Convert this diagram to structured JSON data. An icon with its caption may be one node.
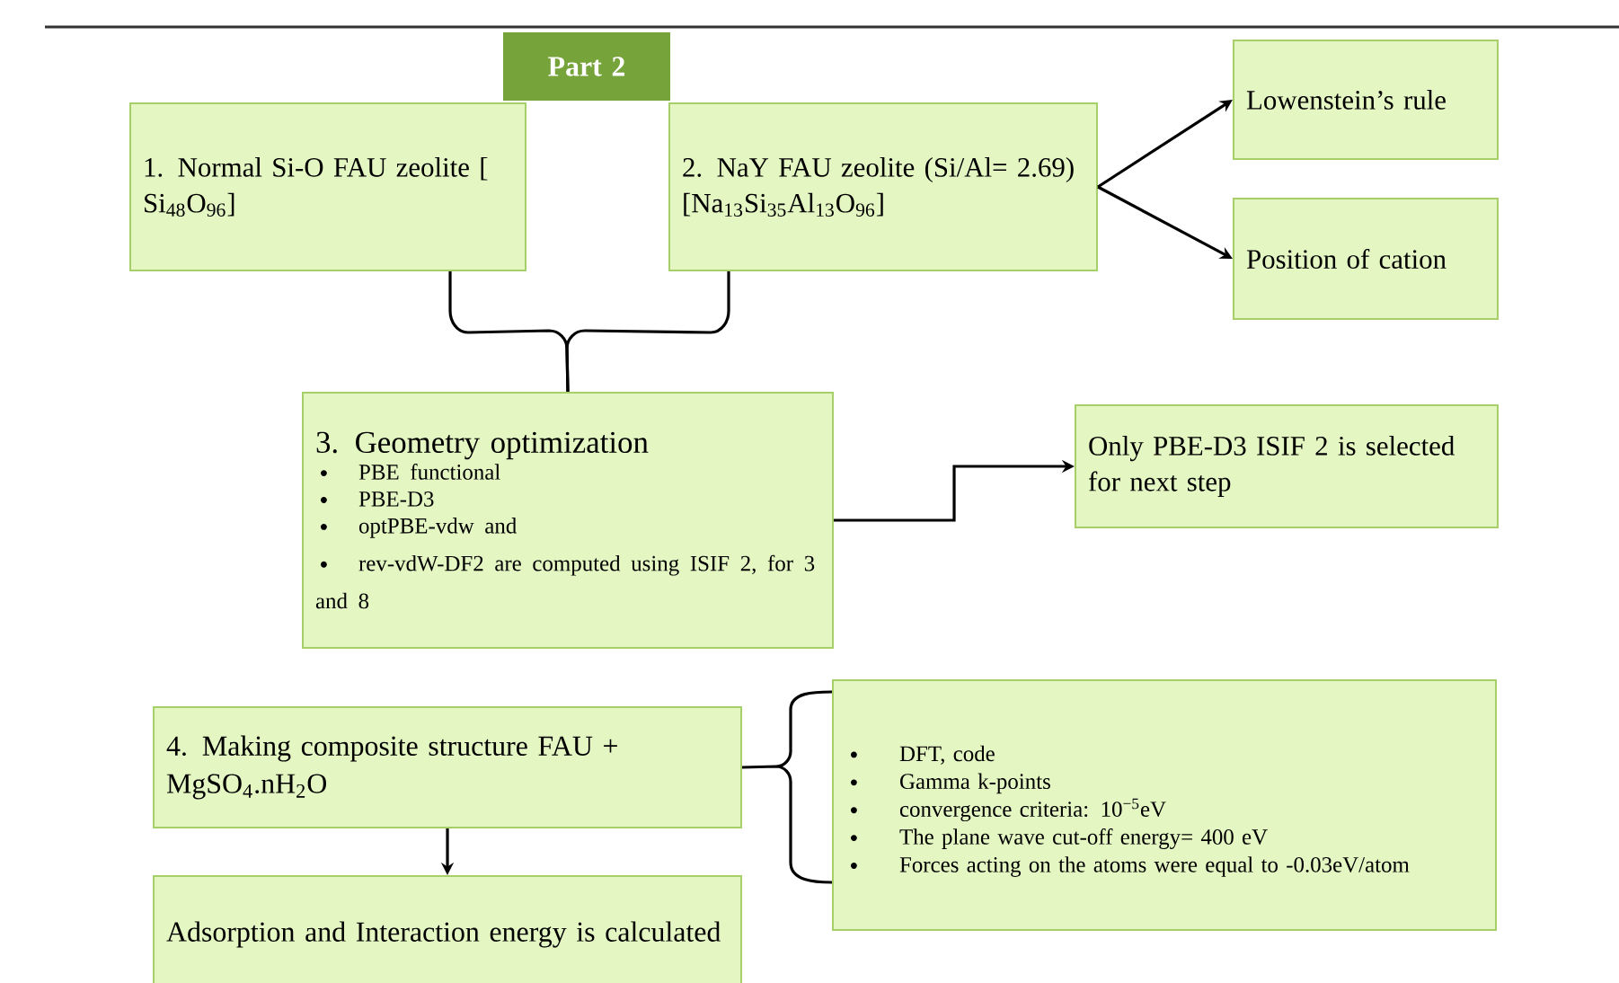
{
  "diagram": {
    "nodes": [
      {
        "text": [
          "Part 2"
        ]
      },
      {
        "text": [
          "1. Normal Si-O FAU zeolite [ Si$_{48}$O$_{96}$]"
        ]
      },
      {
        "text": [
          "2. NaY FAU zeolite (Si/Al= 2.69) [Na$_{13}$Si$_{35}$Al$_{13}$O$_{96}$]"
        ]
      },
      {
        "text": [
          "Lowenstein’s rule"
        ]
      },
      {
        "text": [
          "Position of cation"
        ]
      },
      {
        "text": [
          "3. Geometry optimization",
          "PBE functional",
          "PBE-D3",
          "optPBE-vdw and",
          "rev-vdW-DF2 are computed using ISIF 2, for 3 and 8"
        ]
      },
      {
        "text": [
          "Only PBE-D3 ISIF 2 is selected for next step"
        ]
      },
      {
        "text": [
          "4. Making composite structure FAU + MgSO$_{4}$.nH$_{2}$O"
        ]
      },
      {
        "text": [
          "Adsorption and Interaction energy is calculated"
        ]
      },
      {
        "text": [
          "DFT, code",
          "Gamma k-points",
          "convergence criteria: 10$^{−5}$eV",
          "The plane wave cut-off energy= 400 eV",
          "Forces acting on the atoms were equal to -0.03eV/atom"
        ]
      }
    ],
    "edges": [
      {
        "from": 1,
        "to": 5,
        "arrow": "none"
      },
      {
        "from": 2,
        "to": 5,
        "arrow": "none"
      },
      {
        "from": 2,
        "to": 3,
        "arrow": "to"
      },
      {
        "from": 2,
        "to": 4,
        "arrow": "to"
      },
      {
        "from": 5,
        "to": 6,
        "arrow": "to"
      },
      {
        "from": 7,
        "to": 9,
        "arrow": "none"
      },
      {
        "from": 7,
        "to": 8,
        "arrow": "to"
      }
    ]
  }
}
